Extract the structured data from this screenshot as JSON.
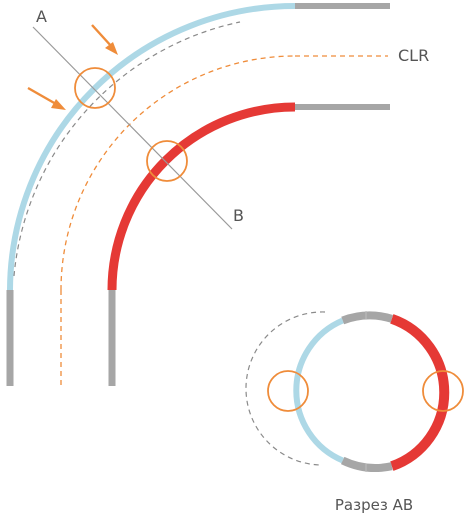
{
  "labels": {
    "point_a": "A",
    "point_b": "B",
    "centerline": "CLR",
    "section_caption": "Разрез АВ"
  },
  "colors": {
    "outer_wall": "#add8e6",
    "inner_wall": "#e53935",
    "straight_pipe": "#a6a6a6",
    "centerline": "#ef8c3a",
    "markers": "#ef8c3a",
    "section_line": "#999999",
    "original_contour": "#8a8a8a",
    "text": "#555555"
  }
}
